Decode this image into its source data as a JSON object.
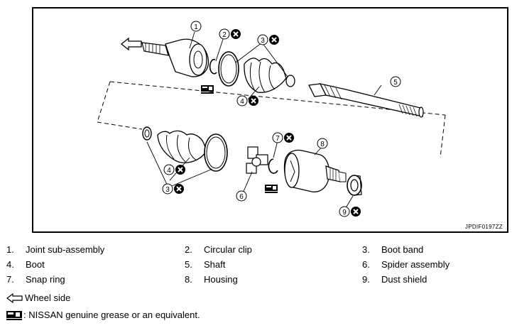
{
  "diagram": {
    "code": "JPDIF0197ZZ",
    "callouts": [
      "1",
      "2",
      "3",
      "4",
      "5",
      "6",
      "7",
      "8",
      "9"
    ]
  },
  "legend": [
    {
      "num": "1.",
      "label": "Joint sub-assembly"
    },
    {
      "num": "2.",
      "label": "Circular clip"
    },
    {
      "num": "3.",
      "label": "Boot band"
    },
    {
      "num": "4.",
      "label": "Boot"
    },
    {
      "num": "5.",
      "label": "Shaft"
    },
    {
      "num": "6.",
      "label": "Spider assembly"
    },
    {
      "num": "7.",
      "label": "Snap ring"
    },
    {
      "num": "8.",
      "label": "Housing"
    },
    {
      "num": "9.",
      "label": "Dust shield"
    }
  ],
  "notes": {
    "wheel_side": "Wheel side",
    "grease": ": NISSAN genuine grease or an equivalent."
  }
}
